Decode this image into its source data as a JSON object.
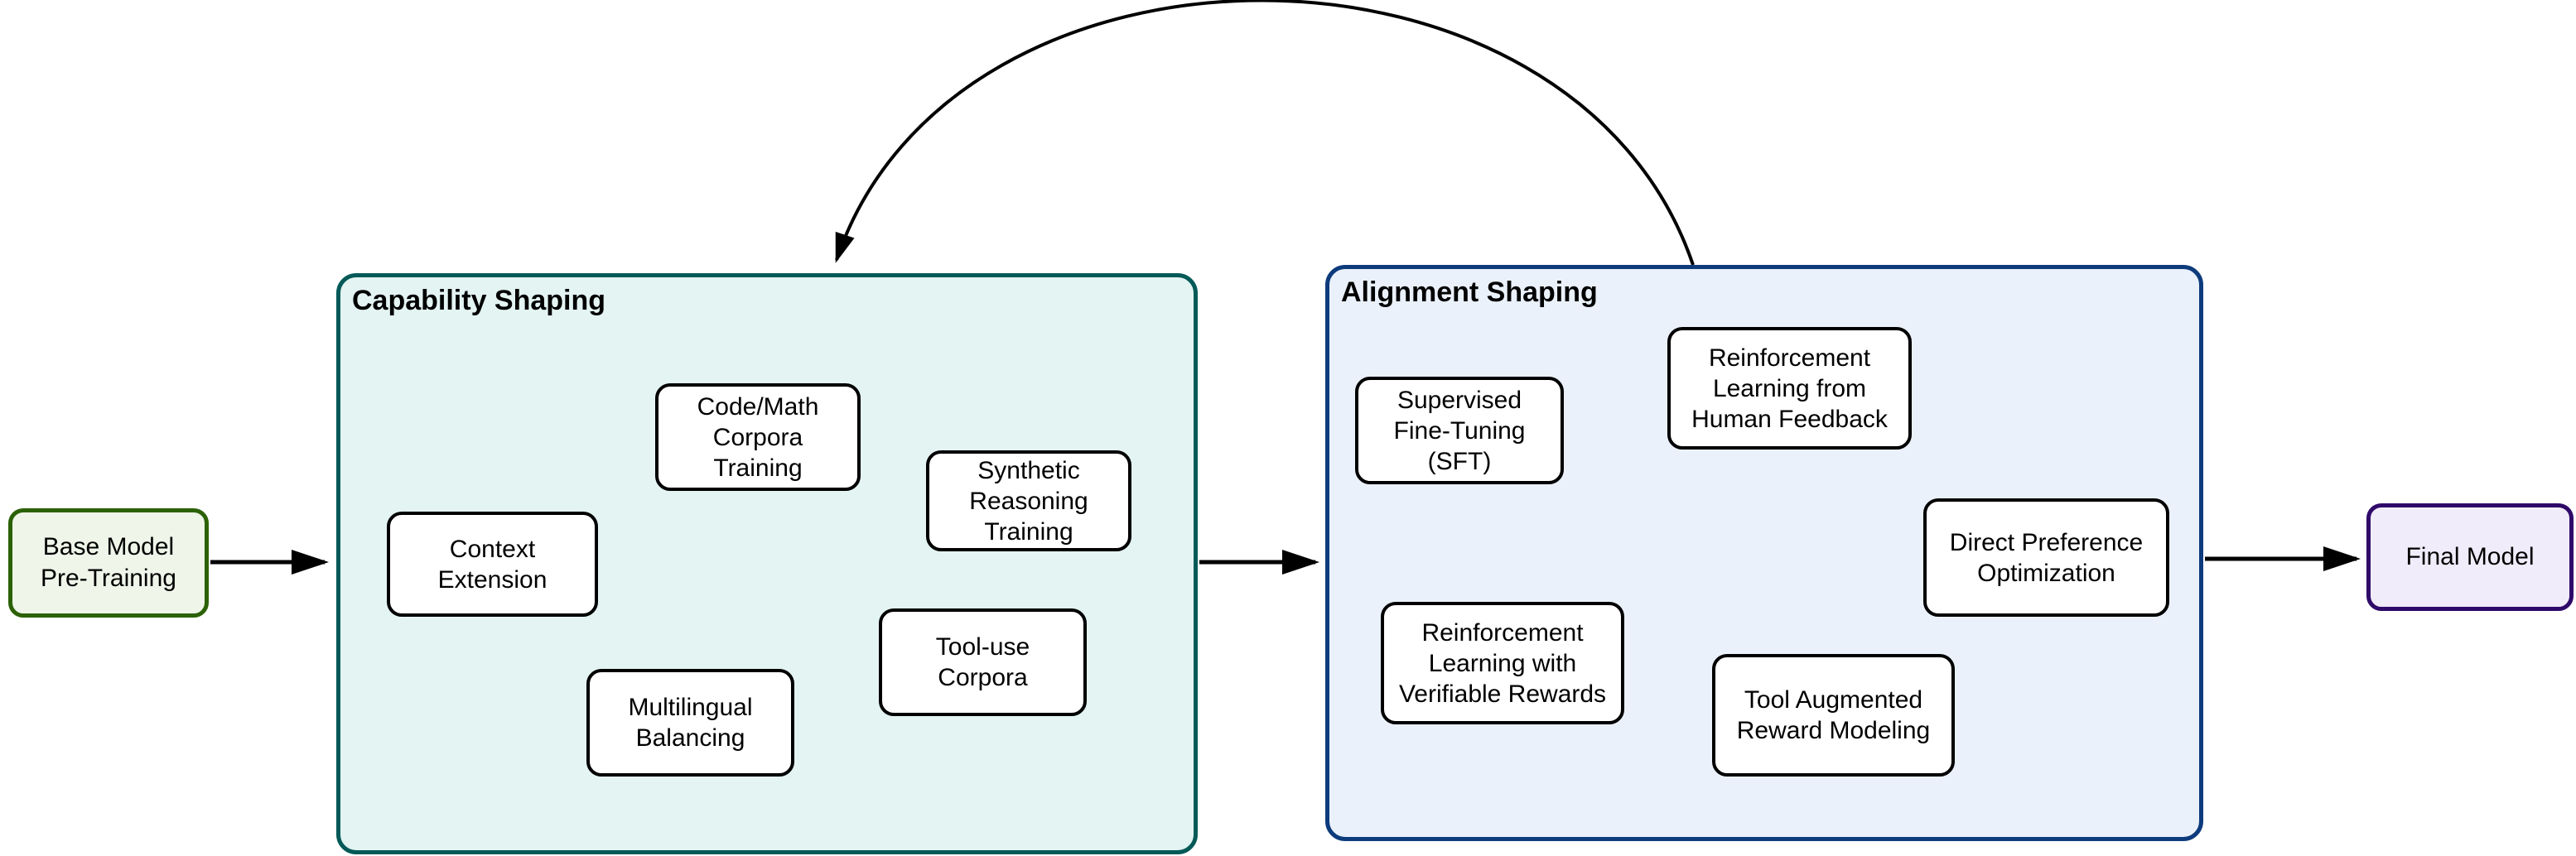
{
  "pipeline": {
    "base": {
      "label": "Base Model Pre-Training"
    },
    "capability": {
      "title": "Capability Shaping",
      "boxes": [
        {
          "label": "Code/Math Corpora Training"
        },
        {
          "label": "Synthetic Reasoning Training"
        },
        {
          "label": "Context Extension"
        },
        {
          "label": "Tool-use Corpora"
        },
        {
          "label": "Multilingual Balancing"
        }
      ]
    },
    "alignment": {
      "title": "Alignment Shaping",
      "boxes": [
        {
          "label": "Supervised Fine-Tuning (SFT)"
        },
        {
          "label": "Reinforcement Learning from Human Feedback"
        },
        {
          "label": "Direct Preference Optimization"
        },
        {
          "label": "Reinforcement Learning with Verifiable Rewards"
        },
        {
          "label": "Tool Augmented Reward Modeling"
        }
      ]
    },
    "final": {
      "label": "Final Model"
    },
    "edges": [
      {
        "from": "base-model-pre-training",
        "to": "capability-shaping",
        "style": "straight-arrow"
      },
      {
        "from": "capability-shaping",
        "to": "alignment-shaping",
        "style": "straight-arrow"
      },
      {
        "from": "alignment-shaping",
        "to": "final-model",
        "style": "straight-arrow"
      },
      {
        "from": "alignment-shaping",
        "to": "capability-shaping",
        "style": "curved-feedback-arrow"
      }
    ]
  },
  "colors": {
    "background": "#ffffff",
    "arrow_color": "#000000",
    "capability_fill": "#e3f4f2",
    "capability_border": "#055a58",
    "alignment_fill": "#eaf1fb",
    "alignment_border": "#0d3b7c",
    "base_fill": "#eff5e9",
    "base_border": "#2c6106",
    "final_fill": "#f1ecf9",
    "final_border": "#2f0a69",
    "node_fill": "#ffffff",
    "node_border": "#000000"
  }
}
